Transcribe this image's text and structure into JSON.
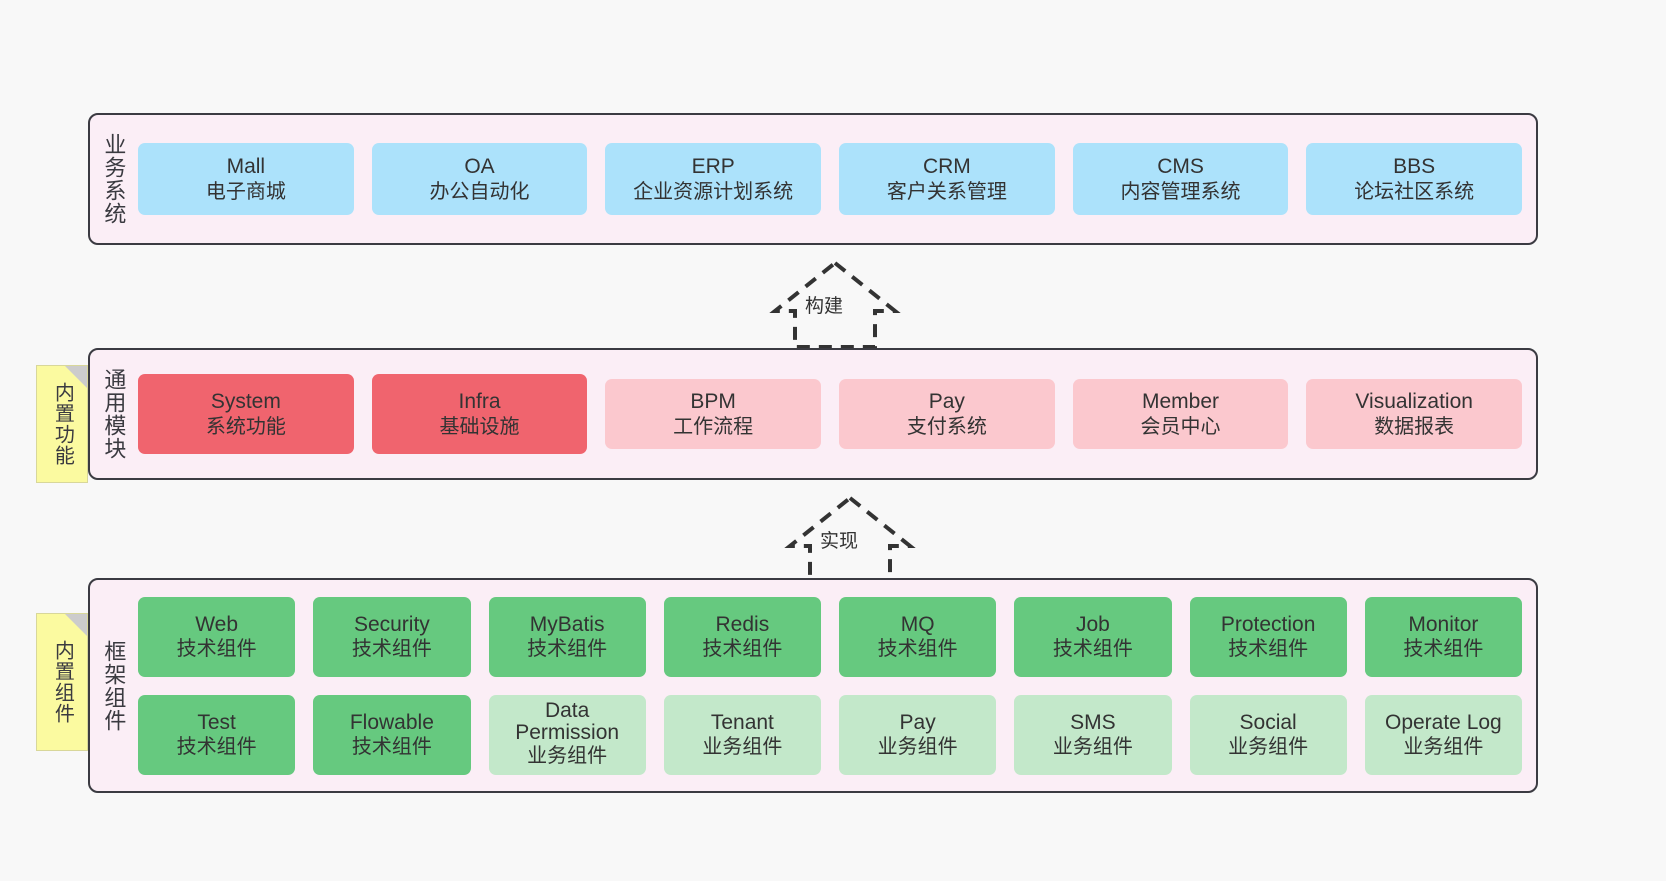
{
  "layers": [
    {
      "id": "business-systems",
      "vlabel": "业务系统",
      "rows": [
        {
          "nodes": [
            {
              "title": "Mall",
              "sub": "电子商城",
              "color": "blue"
            },
            {
              "title": "OA",
              "sub": "办公自动化",
              "color": "blue"
            },
            {
              "title": "ERP",
              "sub": "企业资源计划系统",
              "color": "blue"
            },
            {
              "title": "CRM",
              "sub": "客户关系管理",
              "color": "blue"
            },
            {
              "title": "CMS",
              "sub": "内容管理系统",
              "color": "blue"
            },
            {
              "title": "BBS",
              "sub": "论坛社区系统",
              "color": "blue"
            }
          ]
        }
      ]
    },
    {
      "id": "common-modules",
      "vlabel": "通用模块",
      "rows": [
        {
          "nodes": [
            {
              "title": "System",
              "sub": "系统功能",
              "color": "red"
            },
            {
              "title": "Infra",
              "sub": "基础设施",
              "color": "red"
            },
            {
              "title": "BPM",
              "sub": "工作流程",
              "color": "pinklight"
            },
            {
              "title": "Pay",
              "sub": "支付系统",
              "color": "pinklight"
            },
            {
              "title": "Member",
              "sub": "会员中心",
              "color": "pinklight"
            },
            {
              "title": "Visualization",
              "sub": "数据报表",
              "color": "pinklight"
            }
          ]
        }
      ]
    },
    {
      "id": "framework-components",
      "vlabel": "框架组件",
      "rows": [
        {
          "nodes": [
            {
              "title": "Web",
              "sub": "技术组件",
              "color": "green"
            },
            {
              "title": "Security",
              "sub": "技术组件",
              "color": "green"
            },
            {
              "title": "MyBatis",
              "sub": "技术组件",
              "color": "green"
            },
            {
              "title": "Redis",
              "sub": "技术组件",
              "color": "green"
            },
            {
              "title": "MQ",
              "sub": "技术组件",
              "color": "green"
            },
            {
              "title": "Job",
              "sub": "技术组件",
              "color": "green"
            },
            {
              "title": "Protection",
              "sub": "技术组件",
              "color": "green"
            },
            {
              "title": "Monitor",
              "sub": "技术组件",
              "color": "green"
            }
          ]
        },
        {
          "nodes": [
            {
              "title": "Test",
              "sub": "技术组件",
              "color": "green"
            },
            {
              "title": "Flowable",
              "sub": "技术组件",
              "color": "green"
            },
            {
              "title": "Data Permission",
              "sub": "业务组件",
              "color": "greenlight"
            },
            {
              "title": "Tenant",
              "sub": "业务组件",
              "color": "greenlight"
            },
            {
              "title": "Pay",
              "sub": "业务组件",
              "color": "greenlight"
            },
            {
              "title": "SMS",
              "sub": "业务组件",
              "color": "greenlight"
            },
            {
              "title": "Social",
              "sub": "业务组件",
              "color": "greenlight"
            },
            {
              "title": "Operate Log",
              "sub": "业务组件",
              "color": "greenlight"
            }
          ]
        }
      ]
    }
  ],
  "sticky_notes": [
    {
      "id": "builtin-features",
      "text": "内置功能"
    },
    {
      "id": "builtin-components",
      "text": "内置组件"
    }
  ],
  "arrows": [
    {
      "id": "build-arrow",
      "label": "构建"
    },
    {
      "id": "implement-arrow",
      "label": "实现"
    }
  ],
  "colors": {
    "panel_bg": "#fbeef6",
    "panel_border": "#3b3b42",
    "blue": "#ace2fb",
    "red": "#f0646e",
    "pinklight": "#fbc8ce",
    "green": "#66c97f",
    "greenlight": "#c3e8ca",
    "sticky": "#fbfaa0",
    "canvas_bg": "#f8f8f8"
  }
}
